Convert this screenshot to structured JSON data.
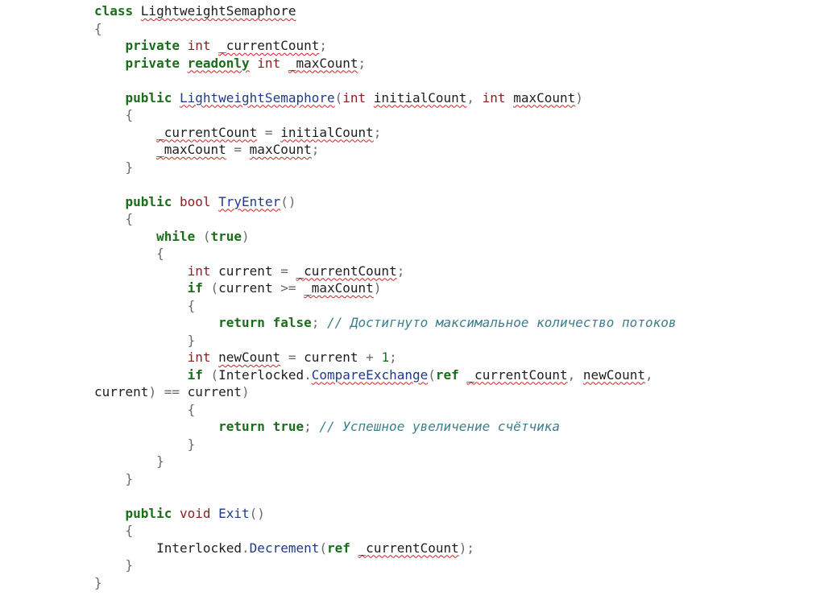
{
  "code": {
    "lines": [
      [
        {
          "t": "class ",
          "c": "kw"
        },
        {
          "t": "LightweightSemaphore",
          "c": "sq"
        }
      ],
      [
        {
          "t": "{",
          "c": "op"
        }
      ],
      [
        {
          "t": "    "
        },
        {
          "t": "private ",
          "c": "kw"
        },
        {
          "t": "int ",
          "c": "ty"
        },
        {
          "t": "_currentCount",
          "c": "sq"
        },
        {
          "t": ";",
          "c": "op"
        }
      ],
      [
        {
          "t": "    "
        },
        {
          "t": "private ",
          "c": "kw"
        },
        {
          "t": "readonly",
          "c": "kw sq"
        },
        {
          "t": " "
        },
        {
          "t": "int ",
          "c": "ty"
        },
        {
          "t": "_maxCount",
          "c": "sq"
        },
        {
          "t": ";",
          "c": "op"
        }
      ],
      [],
      [
        {
          "t": "    "
        },
        {
          "t": "public ",
          "c": "kw"
        },
        {
          "t": "LightweightSemaphore",
          "c": "cls sq"
        },
        {
          "t": "(",
          "c": "op"
        },
        {
          "t": "int ",
          "c": "ty"
        },
        {
          "t": "initialCount",
          "c": "sq"
        },
        {
          "t": ", ",
          "c": "op"
        },
        {
          "t": "int ",
          "c": "ty"
        },
        {
          "t": "maxCount",
          "c": "sq"
        },
        {
          "t": ")",
          "c": "op"
        }
      ],
      [
        {
          "t": "    "
        },
        {
          "t": "{",
          "c": "op"
        }
      ],
      [
        {
          "t": "        "
        },
        {
          "t": "_currentCount",
          "c": "sq"
        },
        {
          "t": " = ",
          "c": "op"
        },
        {
          "t": "initialCount",
          "c": "sq"
        },
        {
          "t": ";",
          "c": "op"
        }
      ],
      [
        {
          "t": "        "
        },
        {
          "t": "_maxCount",
          "c": "sq"
        },
        {
          "t": " = ",
          "c": "op"
        },
        {
          "t": "maxCount",
          "c": "sq"
        },
        {
          "t": ";",
          "c": "op"
        }
      ],
      [
        {
          "t": "    "
        },
        {
          "t": "}",
          "c": "op"
        }
      ],
      [],
      [
        {
          "t": "    "
        },
        {
          "t": "public ",
          "c": "kw"
        },
        {
          "t": "bool ",
          "c": "ty"
        },
        {
          "t": "TryEnter",
          "c": "cls sq"
        },
        {
          "t": "()",
          "c": "op"
        }
      ],
      [
        {
          "t": "    "
        },
        {
          "t": "{",
          "c": "op"
        }
      ],
      [
        {
          "t": "        "
        },
        {
          "t": "while ",
          "c": "kw"
        },
        {
          "t": "(",
          "c": "op"
        },
        {
          "t": "true",
          "c": "kw"
        },
        {
          "t": ")",
          "c": "op"
        }
      ],
      [
        {
          "t": "        "
        },
        {
          "t": "{",
          "c": "op"
        }
      ],
      [
        {
          "t": "            "
        },
        {
          "t": "int ",
          "c": "ty"
        },
        {
          "t": "current"
        },
        {
          "t": " = ",
          "c": "op"
        },
        {
          "t": "_currentCount",
          "c": "sq"
        },
        {
          "t": ";",
          "c": "op"
        }
      ],
      [
        {
          "t": "            "
        },
        {
          "t": "if ",
          "c": "kw"
        },
        {
          "t": "(",
          "c": "op"
        },
        {
          "t": "current"
        },
        {
          "t": " >= ",
          "c": "op"
        },
        {
          "t": "_maxCount",
          "c": "sq"
        },
        {
          "t": ")",
          "c": "op"
        }
      ],
      [
        {
          "t": "            "
        },
        {
          "t": "{",
          "c": "op"
        }
      ],
      [
        {
          "t": "                "
        },
        {
          "t": "return ",
          "c": "kw"
        },
        {
          "t": "false",
          "c": "kw"
        },
        {
          "t": "; ",
          "c": "op"
        },
        {
          "t": "// Достигнуто максимальное количество потоков",
          "c": "cm"
        }
      ],
      [
        {
          "t": "            "
        },
        {
          "t": "}",
          "c": "op"
        }
      ],
      [
        {
          "t": "            "
        },
        {
          "t": "int ",
          "c": "ty"
        },
        {
          "t": "newCount",
          "c": "sq"
        },
        {
          "t": " = ",
          "c": "op"
        },
        {
          "t": "current"
        },
        {
          "t": " + ",
          "c": "op"
        },
        {
          "t": "1",
          "c": "num"
        },
        {
          "t": ";",
          "c": "op"
        }
      ],
      [
        {
          "t": "            "
        },
        {
          "t": "if ",
          "c": "kw"
        },
        {
          "t": "(",
          "c": "op"
        },
        {
          "t": "Interlocked"
        },
        {
          "t": ".",
          "c": "op"
        },
        {
          "t": "CompareExchange",
          "c": "cls sq"
        },
        {
          "t": "(",
          "c": "op"
        },
        {
          "t": "ref ",
          "c": "kw"
        },
        {
          "t": "_currentCount",
          "c": "sq"
        },
        {
          "t": ", ",
          "c": "op"
        },
        {
          "t": "newCount",
          "c": "sq"
        },
        {
          "t": ",",
          "c": "op"
        }
      ],
      [
        {
          "t": "current"
        },
        {
          "t": ") == ",
          "c": "op"
        },
        {
          "t": "current"
        },
        {
          "t": ")",
          "c": "op"
        }
      ],
      [
        {
          "t": "            "
        },
        {
          "t": "{",
          "c": "op"
        }
      ],
      [
        {
          "t": "                "
        },
        {
          "t": "return ",
          "c": "kw"
        },
        {
          "t": "true",
          "c": "kw"
        },
        {
          "t": "; ",
          "c": "op"
        },
        {
          "t": "// Успешное увеличение счётчика",
          "c": "cm"
        }
      ],
      [
        {
          "t": "            "
        },
        {
          "t": "}",
          "c": "op"
        }
      ],
      [
        {
          "t": "        "
        },
        {
          "t": "}",
          "c": "op"
        }
      ],
      [
        {
          "t": "    "
        },
        {
          "t": "}",
          "c": "op"
        }
      ],
      [],
      [
        {
          "t": "    "
        },
        {
          "t": "public ",
          "c": "kw"
        },
        {
          "t": "void ",
          "c": "ty"
        },
        {
          "t": "Exit",
          "c": "cls"
        },
        {
          "t": "()",
          "c": "op"
        }
      ],
      [
        {
          "t": "    "
        },
        {
          "t": "{",
          "c": "op"
        }
      ],
      [
        {
          "t": "        "
        },
        {
          "t": "Interlocked"
        },
        {
          "t": ".",
          "c": "op"
        },
        {
          "t": "Decrement",
          "c": "cls"
        },
        {
          "t": "(",
          "c": "op"
        },
        {
          "t": "ref ",
          "c": "kw"
        },
        {
          "t": "_currentCount",
          "c": "sq"
        },
        {
          "t": ");",
          "c": "op"
        }
      ],
      [
        {
          "t": "    "
        },
        {
          "t": "}",
          "c": "op"
        }
      ],
      [
        {
          "t": "}",
          "c": "op"
        }
      ]
    ]
  }
}
